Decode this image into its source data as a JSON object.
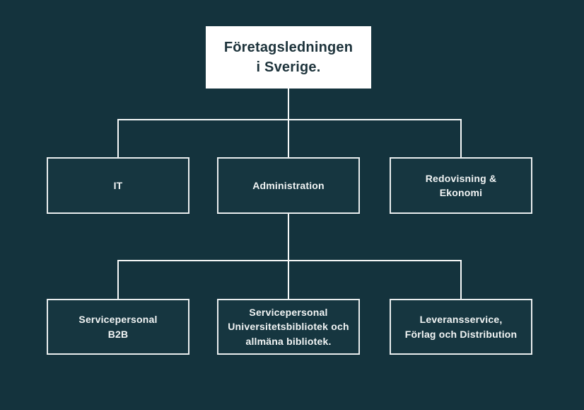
{
  "diagram": {
    "type": "org-chart",
    "nodes": {
      "root": {
        "label": "Företagsledningen\ni Sverige.",
        "children": [
          "it",
          "administration",
          "redovisning"
        ]
      },
      "it": {
        "label": "IT",
        "children": []
      },
      "administration": {
        "label": "Administration",
        "children": [
          "service_b2b",
          "service_bibliotek",
          "leveransservice"
        ]
      },
      "redovisning": {
        "label": "Redovisning &\nEkonomi",
        "children": []
      },
      "service_b2b": {
        "label": "Servicepersonal\nB2B",
        "children": []
      },
      "service_bibliotek": {
        "label": "Servicepersonal\nUniversitetsbibliotek och\nallmäna bibliotek.",
        "children": []
      },
      "leveransservice": {
        "label": "Leveransservice,\nFörlag och Distribution",
        "children": []
      }
    }
  },
  "colors": {
    "background": "#14333d",
    "node_fill": "#163640",
    "node_border": "#e9edee",
    "connector": "#f7f9f9",
    "root_fill": "#ffffff",
    "root_text": "#1d333b",
    "node_text": "#f2f5f5"
  }
}
